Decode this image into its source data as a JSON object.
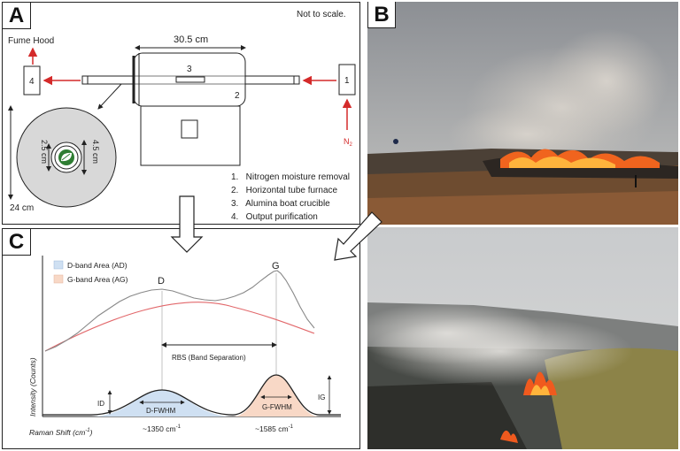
{
  "panel_a": {
    "tag": "A",
    "note": "Not to scale.",
    "fume_hood": "Fume Hood",
    "length": "30.5 cm",
    "gas": "N",
    "gas_sub": "2",
    "dim_24": "24 cm",
    "dim_25": "2.5 cm",
    "dim_45": "4.5 cm",
    "numbers": [
      "1",
      "2",
      "3",
      "4"
    ],
    "legend": [
      "1.   Nitrogen moisture removal",
      "2.   Horizontal tube furnace",
      "3.   Alumina boat crucible",
      "4.   Output purification"
    ]
  },
  "panel_b": {
    "tag": "B"
  },
  "panel_c": {
    "tag": "C",
    "legend_d": "D-band Area (AD)",
    "legend_g": "G-band Area (AG)",
    "peak_d": "D",
    "peak_g": "G",
    "rbs": "RBS (Band Separation)",
    "id": "ID",
    "ig": "IG",
    "d_fwhm": "D-FWHM",
    "g_fwhm": "G-FWHM",
    "d_pos": "~1350 cm",
    "d_pos_sup": "-1",
    "g_pos": "~1585 cm",
    "g_pos_sup": "-1",
    "ylabel": "Intensity (Counts)",
    "xlabel": "Raman Shift (cm",
    "xlabel_sup": "-1",
    "xlabel_end": ")",
    "colors": {
      "d_band": "#cfe0f2",
      "g_band": "#f8d8c6",
      "baseline": "#e2686b",
      "spectrum": "#888888"
    }
  }
}
